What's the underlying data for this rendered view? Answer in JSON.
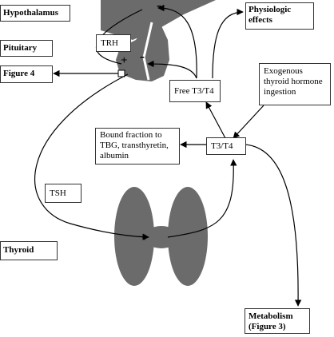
{
  "labels": {
    "hypothalamus": "Hypothalamus",
    "pituitary": "Pituitary",
    "figure4": "Figure 4",
    "thyroid": "Thyroid",
    "physiologic": "Physiologic effects",
    "trh": "TRH",
    "free_t3t4": "Free T3/T4",
    "exogenous": "Exogenous thyroid hormone ingestion",
    "t3t4": "T3/T4",
    "bound": "Bound fraction to TBG, transthyretin, albumin",
    "tsh": "TSH",
    "metabolism": "Metabolism (Figure 3)"
  },
  "signs": {
    "minus_hypo": "-",
    "plus_pit": "+",
    "minus_pit": "-",
    "plus_thyroid": "+"
  },
  "colors": {
    "organ_fill": "#6b6b6b",
    "line": "#000000"
  }
}
